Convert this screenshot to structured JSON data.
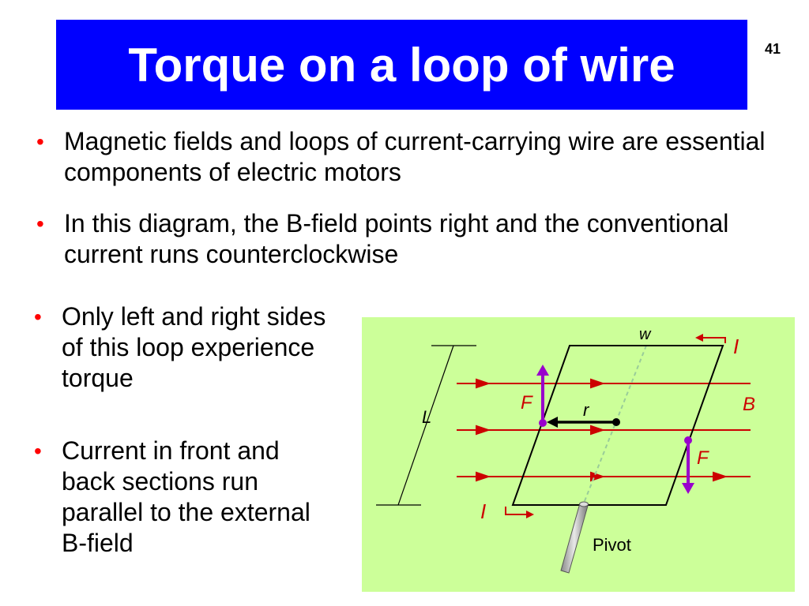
{
  "slide": {
    "title": "Torque on a loop of wire",
    "page_number": "41",
    "accent_colors": {
      "title_background": "#0000ff",
      "bullet": "#ff0000",
      "diagram_background": "#ccff99",
      "field_lines": "#cc0000",
      "force_arrows": "#9900cc"
    }
  },
  "bullets": [
    {
      "text": "Magnetic fields and loops of current-carrying wire are essential components of electric motors"
    },
    {
      "text": "In this diagram, the B-field points right and the conventional current runs counterclockwise"
    },
    {
      "text": "Only left and right sides of this loop experience torque"
    },
    {
      "text": "Current in front and back sections run parallel to the external B-field"
    }
  ],
  "diagram": {
    "labels": {
      "width": "w",
      "length": "L",
      "current_top": "I",
      "current_bottom": "I",
      "field": "B",
      "force_left": "F",
      "force_right": "F",
      "radius": "r",
      "pivot": "Pivot"
    }
  }
}
